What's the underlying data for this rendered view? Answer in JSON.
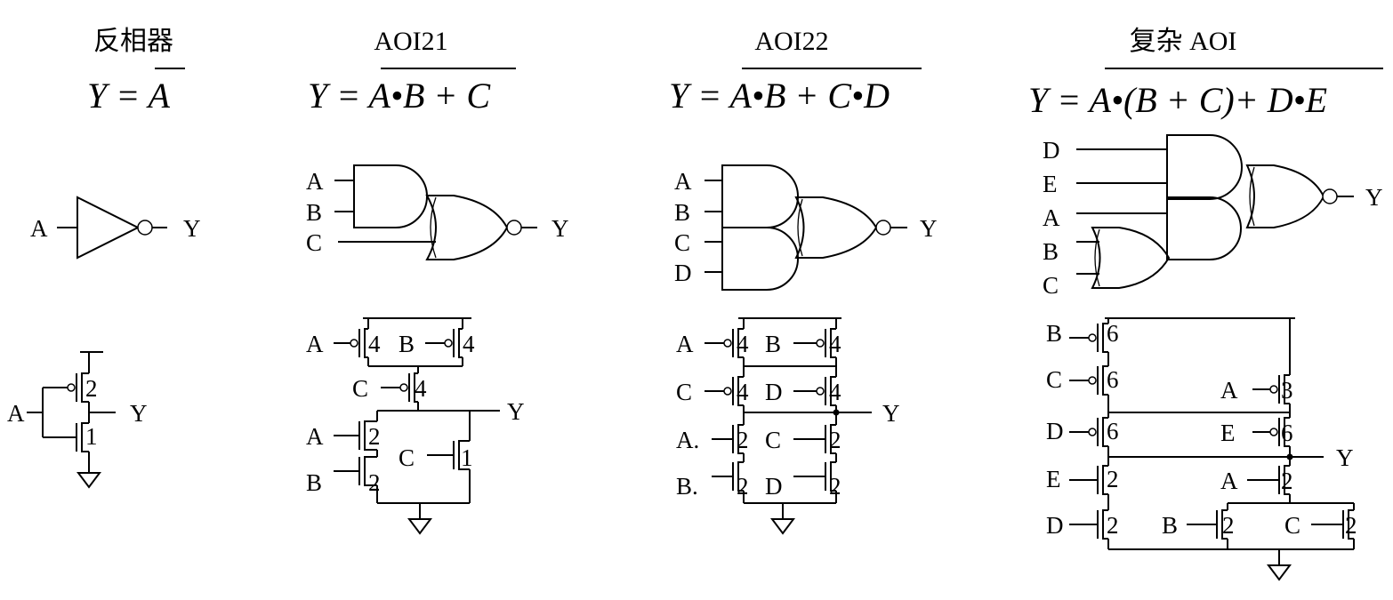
{
  "columns": {
    "inv": {
      "title": "反相器",
      "eq": {
        "lhs": "Y = ",
        "rhs": "A"
      }
    },
    "aoi21": {
      "title": "AOI21",
      "eq": {
        "lhs": "Y = ",
        "rhs": "A•B + C"
      }
    },
    "aoi22": {
      "title": "AOI22",
      "eq": {
        "lhs": "Y = ",
        "rhs": "A•B + C•D"
      }
    },
    "caoi": {
      "title": "复杂 AOI",
      "eq": {
        "lhs": "Y = ",
        "rhs": "A•(B + C)+ D•E"
      }
    }
  },
  "gates": {
    "inv": {
      "inputs": [
        "A"
      ],
      "output": "Y"
    },
    "aoi21": {
      "inputs": [
        "A",
        "B",
        "C"
      ],
      "output": "Y"
    },
    "aoi22": {
      "inputs": [
        "A",
        "B",
        "C",
        "D"
      ],
      "output": "Y"
    },
    "caoi": {
      "inputs": [
        "D",
        "E",
        "A",
        "B",
        "C"
      ],
      "output": "Y"
    }
  },
  "transistors": {
    "inv": {
      "gate": "A",
      "p_size": "2",
      "n_size": "1",
      "output": "Y"
    },
    "aoi21": {
      "pmos": [
        {
          "gate": "A",
          "size": "4"
        },
        {
          "gate": "B",
          "size": "4"
        },
        {
          "gate": "C",
          "size": "4"
        }
      ],
      "nmos": [
        {
          "gate": "A",
          "size": "2"
        },
        {
          "gate": "B",
          "size": "2"
        },
        {
          "gate": "C",
          "size": "1"
        }
      ],
      "output": "Y"
    },
    "aoi22": {
      "pmos": [
        {
          "gate": "A",
          "size": "4"
        },
        {
          "gate": "B",
          "size": "4"
        },
        {
          "gate": "C",
          "size": "4"
        },
        {
          "gate": "D",
          "size": "4"
        }
      ],
      "nmos": [
        {
          "gate": "A.",
          "size": "2"
        },
        {
          "gate": "C",
          "size": "2"
        },
        {
          "gate": "B.",
          "size": "2"
        },
        {
          "gate": "D",
          "size": "2"
        }
      ],
      "output": "Y"
    },
    "caoi": {
      "pmos": [
        {
          "gate": "B",
          "size": "6"
        },
        {
          "gate": "C",
          "size": "6"
        },
        {
          "gate": "A",
          "size": "3"
        },
        {
          "gate": "D",
          "size": "6"
        },
        {
          "gate": "E",
          "size": "6"
        }
      ],
      "nmos": [
        {
          "gate": "E",
          "size": "2"
        },
        {
          "gate": "A",
          "size": "2"
        },
        {
          "gate": "D",
          "size": "2"
        },
        {
          "gate": "B",
          "size": "2"
        },
        {
          "gate": "C",
          "size": "2"
        }
      ],
      "output": "Y"
    }
  }
}
